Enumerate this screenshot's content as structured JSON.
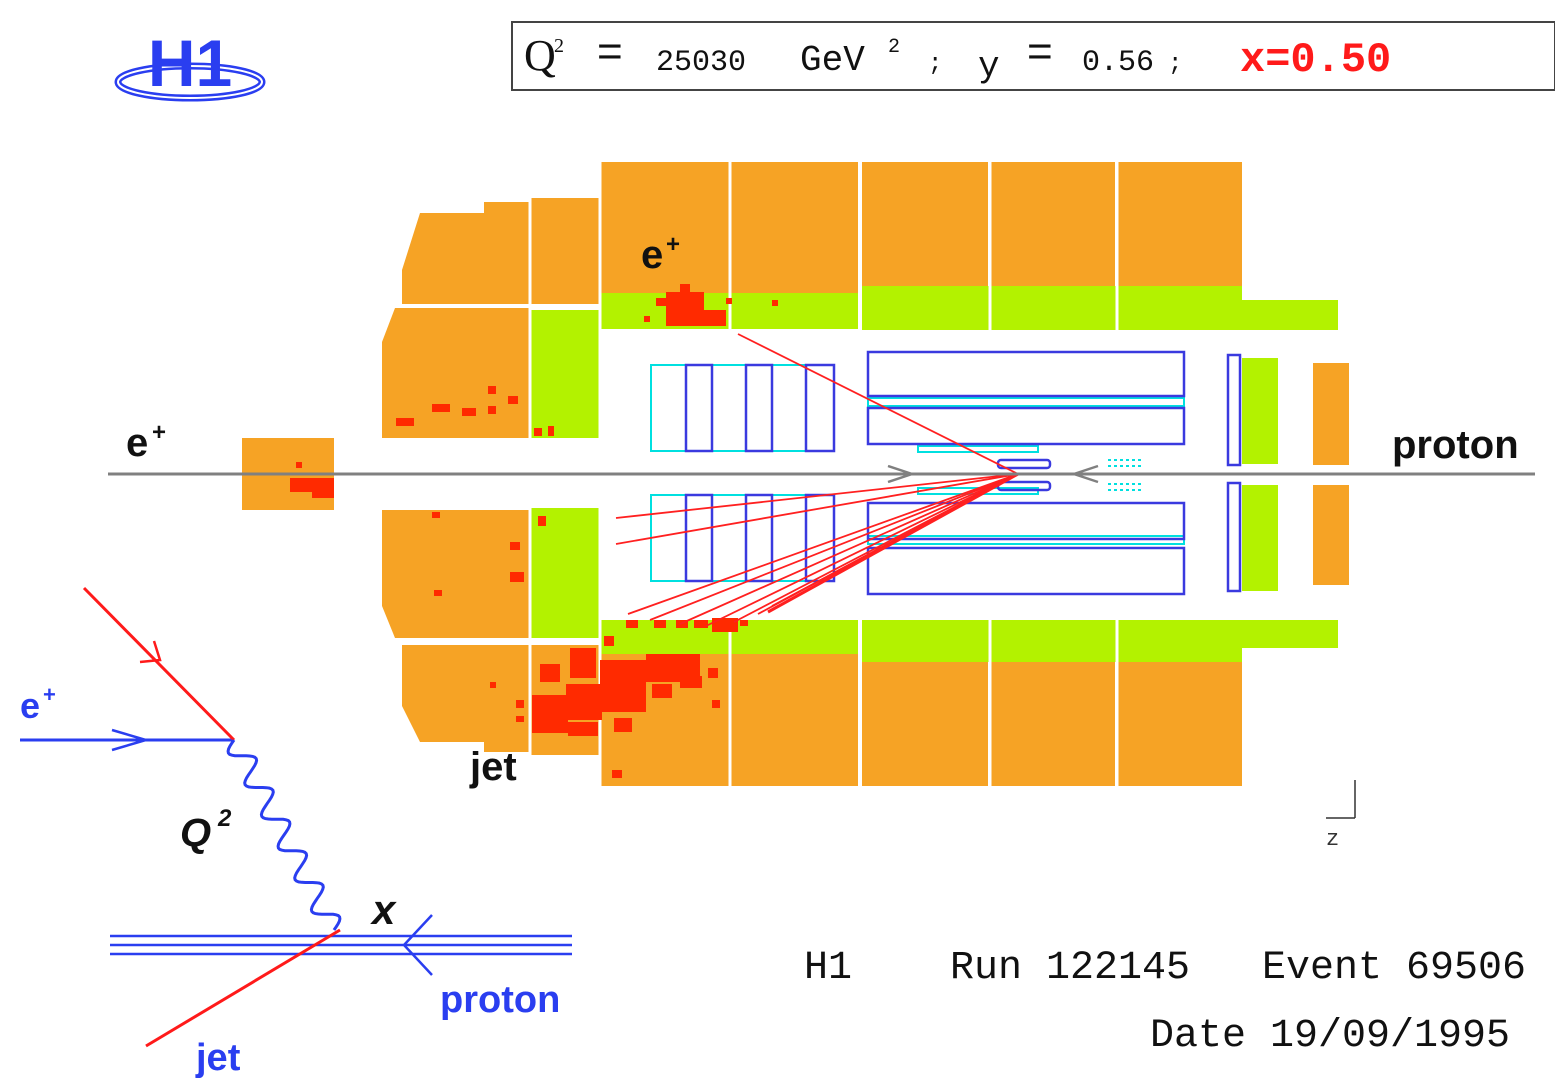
{
  "logo": {
    "text": "H1"
  },
  "header": {
    "q2_label": "Q",
    "q2_sup": "2",
    "q2_equals": "=",
    "q2_value": "25030",
    "q2_unit": "GeV",
    "q2_unit_sup": "2",
    "q2_sep": ";",
    "y_label": "y",
    "y_equals": "=",
    "y_value": "0.56",
    "y_sep": ";",
    "x_text": "x=0.50"
  },
  "detector": {
    "beam_left_label": "e",
    "beam_left_sup": "+",
    "beam_right_label": "proton",
    "electron_label": "e",
    "electron_sup": "+",
    "jet_label": "jet",
    "axis_label": "z"
  },
  "feynman": {
    "incoming_label": "e",
    "incoming_sup": "+",
    "q2_label": "Q",
    "q2_sup": "2",
    "x_label": "x",
    "proton_label": "proton",
    "jet_label": "jet"
  },
  "footer": {
    "experiment": "H1",
    "run": "Run 122145",
    "event": "Event 69506",
    "date": "Date 19/09/1995"
  },
  "colors": {
    "calorimeter": "#f6a325",
    "inner_layer": "#b3f200",
    "energy_deposit": "#ff2a00",
    "track": "#ff2020",
    "chamber_blue": "#3a3adf",
    "chamber_cyan": "#00e0e0",
    "feynman_blue": "#2a3ef0",
    "feynman_red": "#ff1a1a",
    "x_value_red": "#ff1a1a",
    "beam_gray": "#808080"
  }
}
